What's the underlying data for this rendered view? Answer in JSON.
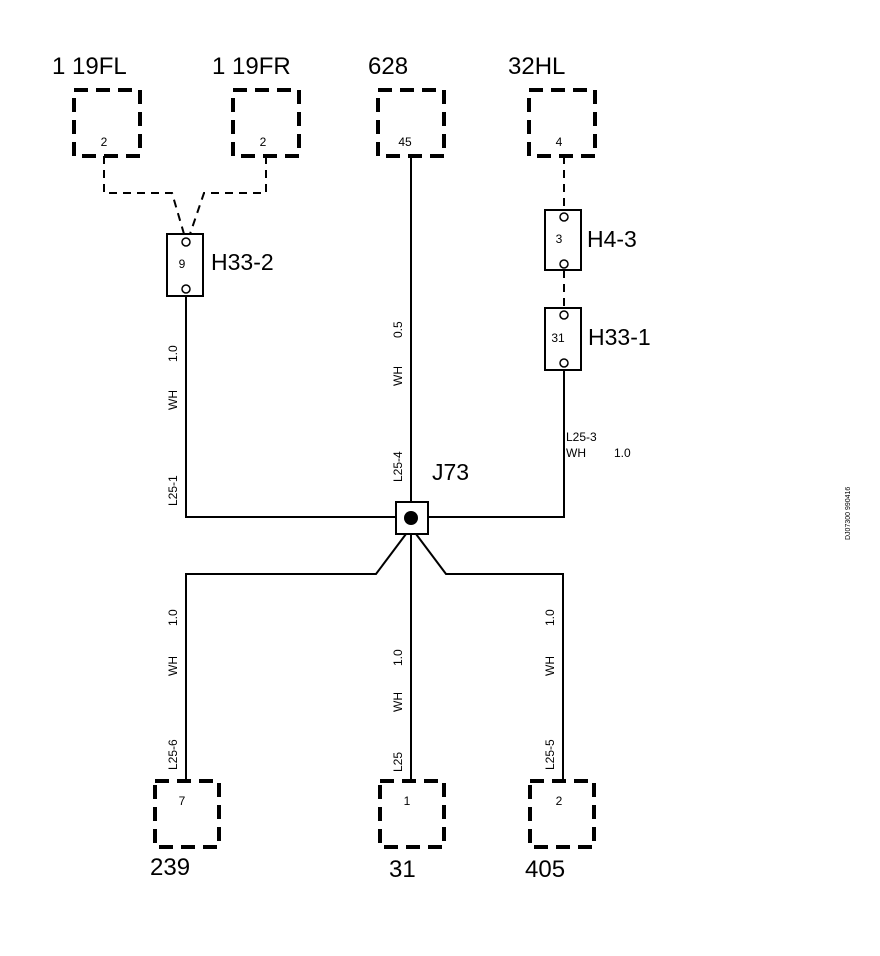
{
  "connectors_top": [
    {
      "name": "1 19FL",
      "pin": "2"
    },
    {
      "name": "1 19FR",
      "pin": "2"
    },
    {
      "name": "628",
      "pin": "45"
    },
    {
      "name": "32HL",
      "pin": "4"
    }
  ],
  "connectors_bottom": [
    {
      "name": "239",
      "pin": "7"
    },
    {
      "name": "31",
      "pin": "1"
    },
    {
      "name": "405",
      "pin": "2"
    }
  ],
  "inline_connectors": [
    {
      "name": "H33-2",
      "pin": "9"
    },
    {
      "name": "H4-3",
      "pin": "3"
    },
    {
      "name": "H33-1",
      "pin": "31"
    }
  ],
  "splice": {
    "name": "J73"
  },
  "wires": {
    "left_top": {
      "id": "L25-1",
      "color": "WH",
      "size": "1.0"
    },
    "center_top": {
      "id": "L25-4",
      "color": "WH",
      "size": "0.5"
    },
    "right_top": {
      "id": "L25-3",
      "color": "WH",
      "size": "1.0"
    },
    "left_bottom": {
      "id": "L25-6",
      "color": "WH",
      "size": "1.0"
    },
    "center_bottom": {
      "id": "L25",
      "color": "WH",
      "size": "1.0"
    },
    "right_bottom": {
      "id": "L25-5",
      "color": "WH",
      "size": "1.0"
    }
  },
  "diagram_code": "DJ07300 990416"
}
